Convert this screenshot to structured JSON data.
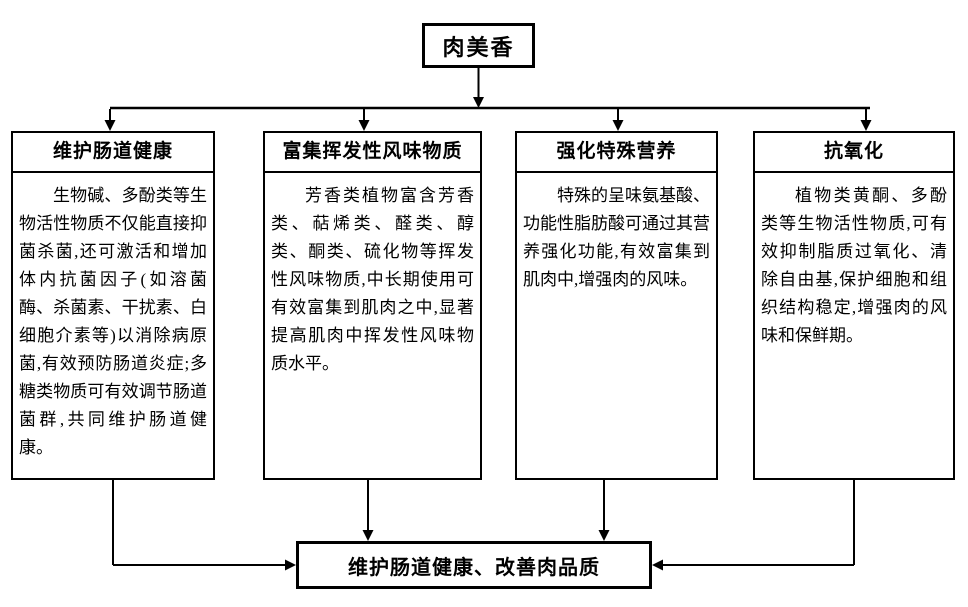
{
  "diagram": {
    "root": {
      "label": "肉美香"
    },
    "columns": [
      {
        "title": "维护肠道健康",
        "body": "生物碱、多酚类等生物活性物质不仅能直接抑菌杀菌,还可激活和增加体内抗菌因子(如溶菌酶、杀菌素、干扰素、白细胞介素等)以消除病原菌,有效预防肠道炎症;多糖类物质可有效调节肠道菌群,共同维护肠道健康。"
      },
      {
        "title": "富集挥发性风味物质",
        "body": "芳香类植物富含芳香类、萜烯类、醛类、醇类、酮类、硫化物等挥发性风味物质,中长期使用可有效富集到肌肉之中,显著提高肌肉中挥发性风味物质水平。"
      },
      {
        "title": "强化特殊营养",
        "body": "特殊的呈味氨基酸、功能性脂肪酸可通过其营养强化功能,有效富集到肌肉中,增强肉的风味。"
      },
      {
        "title": "抗氧化",
        "body": "植物类黄酮、多酚类等生物活性物质,可有效抑制脂质过氧化、清除自由基,保护细胞和组织结构稳定,增强肉的风味和保鲜期。"
      }
    ],
    "outcome": {
      "label": "维护肠道健康、改善肉品质"
    },
    "colors": {
      "line": "#000000",
      "border": "#000000",
      "background": "#ffffff",
      "text": "#000000"
    }
  }
}
